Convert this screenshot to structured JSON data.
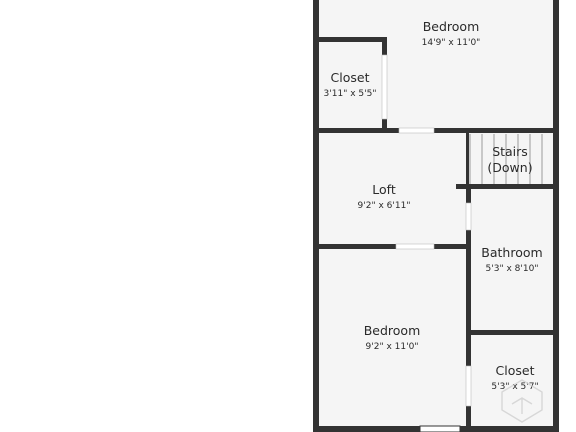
{
  "floor_plan": {
    "rooms": [
      {
        "id": "bedroom-top",
        "name": "Bedroom",
        "dims": "14'9\" x 11'0\""
      },
      {
        "id": "closet-top",
        "name": "Closet",
        "dims": "3'11\" x 5'5\""
      },
      {
        "id": "stairs",
        "name": "Stairs",
        "name2": "(Down)"
      },
      {
        "id": "loft",
        "name": "Loft",
        "dims": "9'2\" x 6'11\""
      },
      {
        "id": "bathroom",
        "name": "Bathroom",
        "dims": "5'3\" x 8'10\""
      },
      {
        "id": "bedroom-bottom",
        "name": "Bedroom",
        "dims": "9'2\" x 11'0\""
      },
      {
        "id": "closet-bottom",
        "name": "Closet",
        "dims": "5'3\" x 5'7\""
      }
    ],
    "colors": {
      "wall": "#333333",
      "floor": "#f5f5f5",
      "background": "#ffffff",
      "opening": "#ffffff"
    }
  }
}
